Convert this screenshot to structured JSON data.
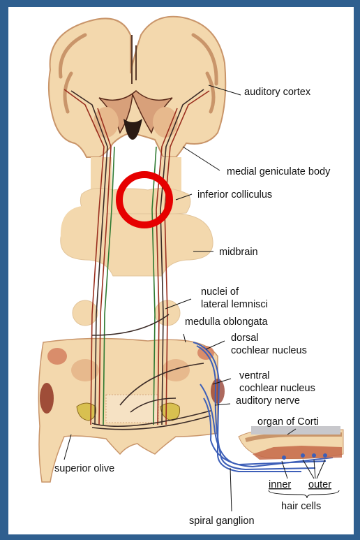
{
  "colors": {
    "border": "#2f5f8f",
    "tissue": "#f3d8ad",
    "tissue_edge": "#c9956a",
    "gray_matter": "#e7b98d",
    "highlight": "#e60000",
    "nerve_blue": "#3d5fb8",
    "fiber_red": "#9a2e1e",
    "fiber_green": "#2f7a32",
    "fiber_black": "#3a2a26"
  },
  "labels": {
    "auditory_cortex": "auditory cortex",
    "medial_geniculate_body": "medial geniculate body",
    "inferior_colliculus": "inferior colliculus",
    "midbrain": "midbrain",
    "nuclei_lateral_lemnisci_line1": "nuclei of",
    "nuclei_lateral_lemnisci_line2": "lateral lemnisci",
    "medulla_oblongata": "medulla oblongata",
    "dorsal_cochlear_line1": "dorsal",
    "dorsal_cochlear_line2": "cochlear nucleus",
    "ventral_cochlear_line1": "ventral",
    "ventral_cochlear_line2": "cochlear nucleus",
    "auditory_nerve": "auditory nerve",
    "organ_of_corti": "organ of Corti",
    "superior_olive": "superior olive",
    "inner": "inner",
    "outer": "outer",
    "hair_cells": "hair cells",
    "spiral_ganglion": "spiral ganglion"
  }
}
